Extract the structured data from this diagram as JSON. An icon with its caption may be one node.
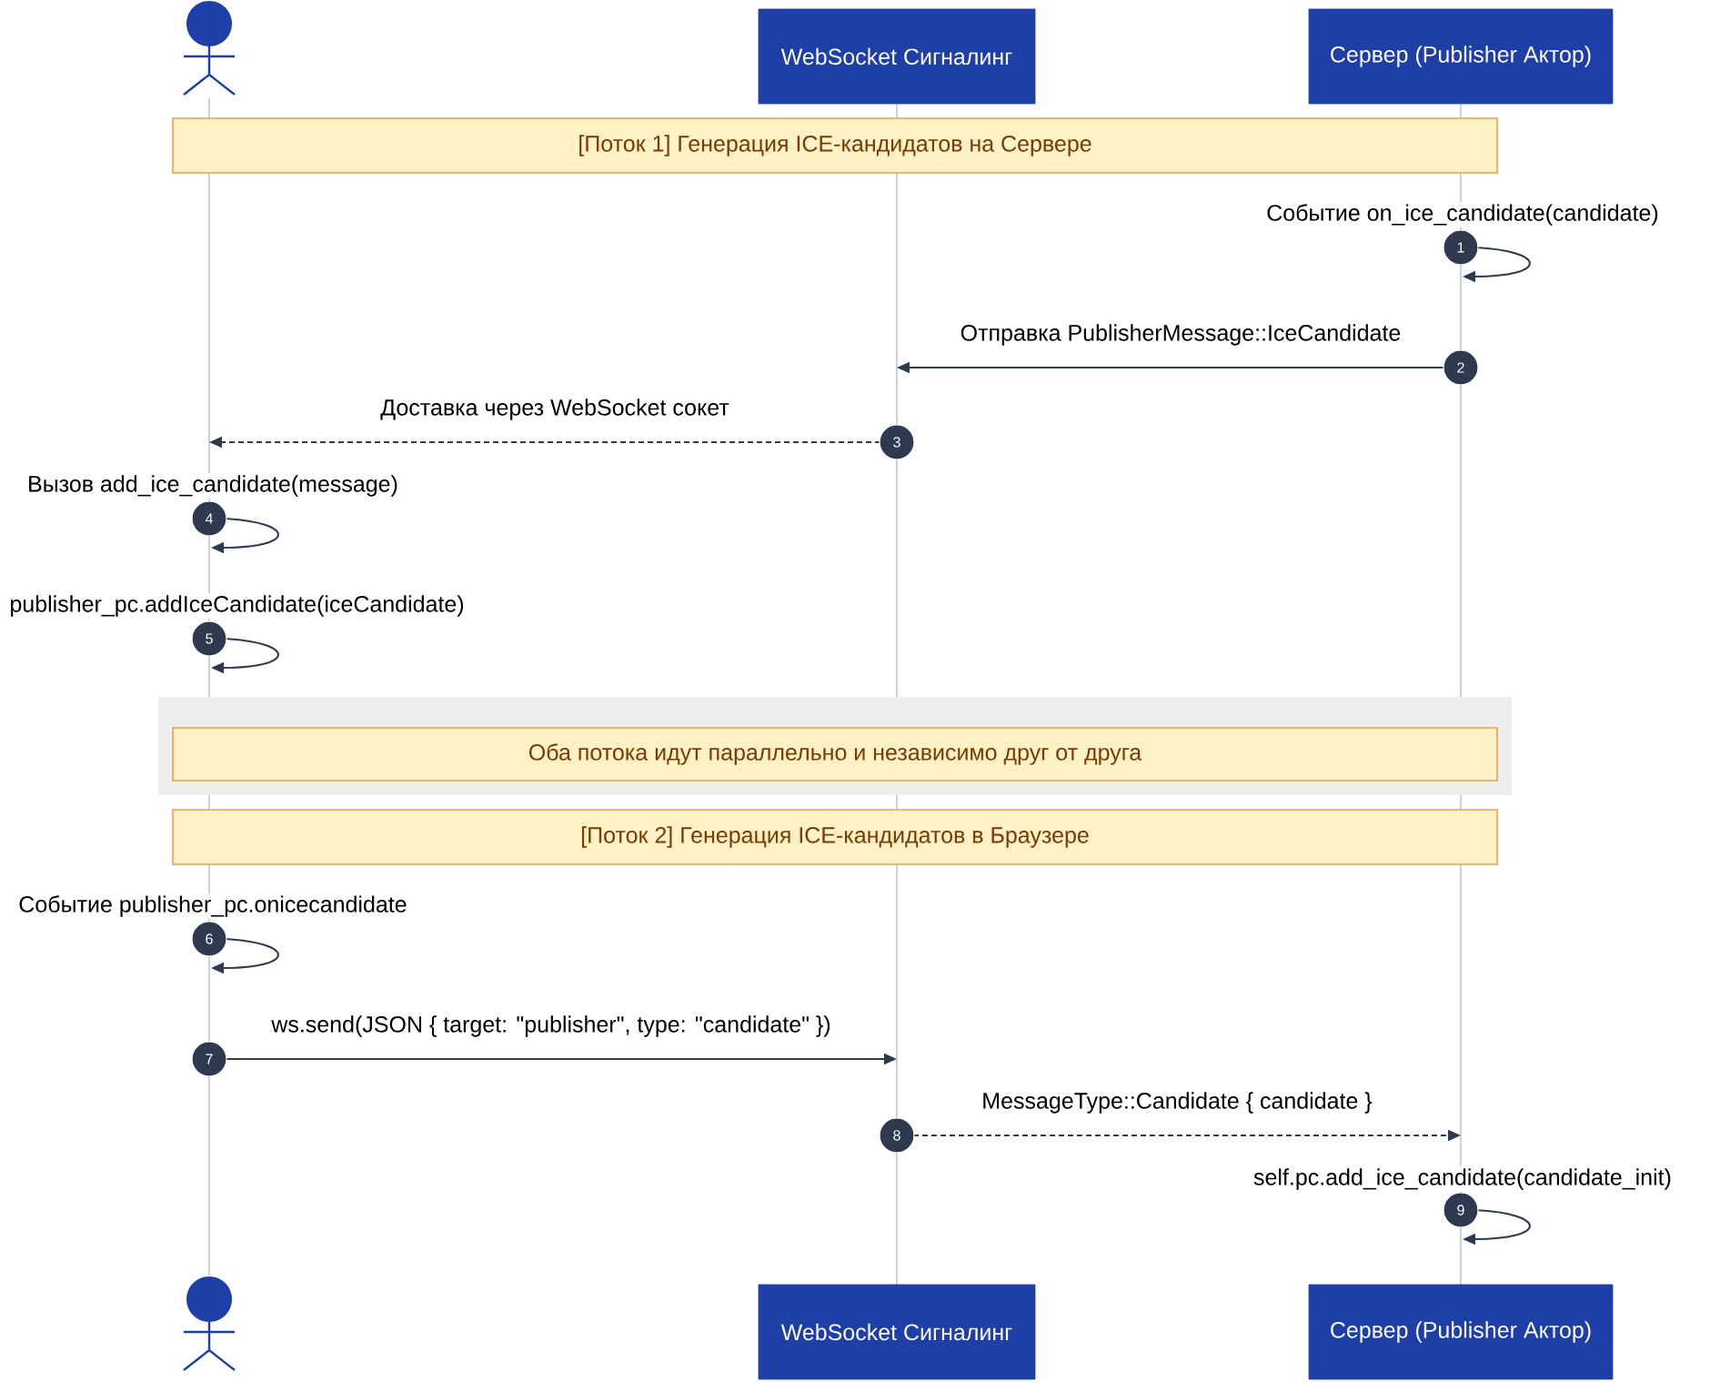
{
  "diagram": {
    "nodes": [
      {
        "text": [],
        "shape": "person"
      },
      {
        "text": [
          "WebSocket Сигналинг"
        ]
      },
      {
        "text": [
          "Сервер (Publisher Актор)"
        ]
      },
      {
        "text": [
          "[Поток 1] Генерация ICE-кандидатов на Сервере"
        ]
      },
      {
        "text": [
          "1"
        ]
      },
      {
        "text": [
          "2"
        ]
      },
      {
        "text": [
          "3"
        ]
      },
      {
        "text": [
          "4"
        ]
      },
      {
        "text": [
          "5"
        ]
      },
      {
        "text": [],
        "shape": "box"
      },
      {
        "text": [
          "Оба потока идут параллельно и независимо друг от друга"
        ],
        "in": 9
      },
      {
        "text": [
          "[Поток 2] Генерация ICE-кандидатов в Браузере"
        ]
      },
      {
        "text": [
          "6"
        ]
      },
      {
        "text": [
          "7"
        ]
      },
      {
        "text": [
          "8"
        ]
      },
      {
        "text": [
          "9"
        ]
      },
      {
        "text": [],
        "shape": "person"
      },
      {
        "text": [
          "WebSocket Сигналинг"
        ]
      },
      {
        "text": [
          "Сервер (Publisher Актор)"
        ]
      }
    ],
    "edges": [
      {
        "from": 0,
        "to": 3,
        "arrow": "none"
      },
      {
        "from": 3,
        "to": 7,
        "arrow": "none"
      },
      {
        "from": 7,
        "to": 8,
        "arrow": "none"
      },
      {
        "from": 8,
        "to": 9,
        "arrow": "none"
      },
      {
        "from": 9,
        "to": 11,
        "arrow": "none"
      },
      {
        "from": 11,
        "to": 12,
        "arrow": "none"
      },
      {
        "from": 12,
        "to": 13,
        "arrow": "none"
      },
      {
        "from": 13,
        "to": 16,
        "arrow": "none"
      },
      {
        "from": 1,
        "to": 3,
        "arrow": "none"
      },
      {
        "from": 3,
        "to": 6,
        "arrow": "none"
      },
      {
        "from": 6,
        "to": 9,
        "arrow": "none"
      },
      {
        "from": 9,
        "to": 11,
        "arrow": "none"
      },
      {
        "from": 11,
        "to": 14,
        "arrow": "none"
      },
      {
        "from": 14,
        "to": 17,
        "arrow": "none"
      },
      {
        "from": 2,
        "to": 3,
        "arrow": "none"
      },
      {
        "from": 3,
        "to": 4,
        "arrow": "none"
      },
      {
        "from": 4,
        "to": 5,
        "arrow": "none"
      },
      {
        "from": 5,
        "to": 9,
        "arrow": "none"
      },
      {
        "from": 9,
        "to": 11,
        "arrow": "none"
      },
      {
        "from": 11,
        "to": 15,
        "arrow": "none"
      },
      {
        "from": 15,
        "to": 18,
        "arrow": "none"
      },
      {
        "from": 4,
        "to": null,
        "arrow": "to",
        "label": "Событие on_ice_candidate(candidate)",
        "color": "#2e3a4f"
      },
      {
        "from": 5,
        "to": null,
        "arrow": "to",
        "label": "Отправка PublisherMessage::IceCandidate",
        "color": "#2e3a4f"
      },
      {
        "from": 6,
        "to": null,
        "arrow": "to",
        "label": "Доставка через WebSocket сокет",
        "style": "dashed",
        "color": "#2e3a4f"
      },
      {
        "from": 7,
        "to": null,
        "arrow": "to",
        "label": "Вызов add_ice_candidate(message)",
        "color": "#2e3a4f"
      },
      {
        "from": 8,
        "to": null,
        "arrow": "to",
        "label": "publisher_pc.addIceCandidate(iceCandidate)",
        "color": "#2e3a4f"
      },
      {
        "from": 12,
        "to": null,
        "arrow": "to",
        "label": "Событие publisher_pc.onicecandidate",
        "color": "#2e3a4f"
      },
      {
        "from": 13,
        "to": null,
        "arrow": "to",
        "label": "ws.send(JSON { target: \"publisher\", type: \"candidate\" })",
        "color": "#2e3a4f"
      },
      {
        "from": 14,
        "to": null,
        "arrow": "to",
        "label": "MessageType::Candidate { candidate }",
        "style": "dashed",
        "color": "#2e3a4f"
      },
      {
        "from": 15,
        "to": null,
        "arrow": "to",
        "label": "self.pc.add_ice_candidate(candidate_init)",
        "color": "#2e3a4f"
      }
    ]
  }
}
